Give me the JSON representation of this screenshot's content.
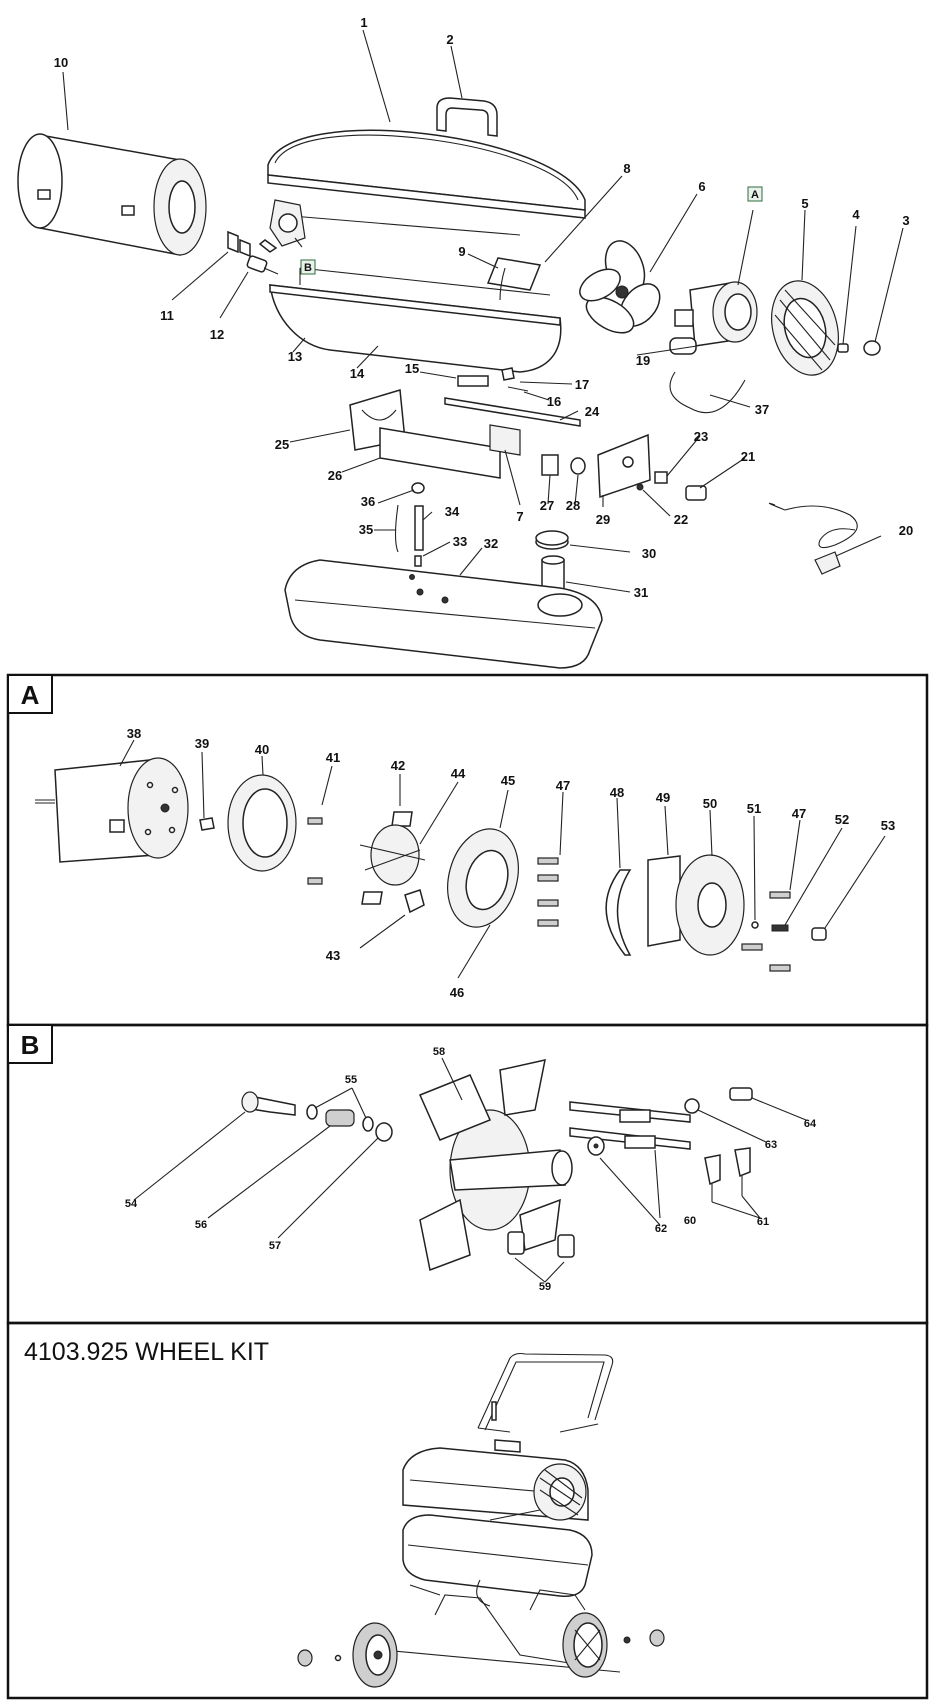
{
  "sections": {
    "a_label": "A",
    "b_label": "B",
    "kit_title": "4103.925 WHEEL KIT"
  },
  "callout_tags": {
    "a": "A",
    "b": "B"
  },
  "main_labels": [
    "1",
    "2",
    "3",
    "4",
    "5",
    "6",
    "7",
    "8",
    "9",
    "10",
    "11",
    "12",
    "13",
    "14",
    "15",
    "16",
    "17",
    "19",
    "20",
    "21",
    "22",
    "23",
    "24",
    "25",
    "26",
    "27",
    "28",
    "29",
    "30",
    "31",
    "32",
    "33",
    "34",
    "35",
    "36",
    "37"
  ],
  "a_labels": [
    "38",
    "39",
    "40",
    "41",
    "42",
    "43",
    "44",
    "45",
    "46",
    "47",
    "48",
    "49",
    "50",
    "51",
    "47",
    "52",
    "53"
  ],
  "b_labels": [
    "54",
    "55",
    "56",
    "57",
    "58",
    "59",
    "60",
    "61",
    "62",
    "63",
    "64"
  ]
}
